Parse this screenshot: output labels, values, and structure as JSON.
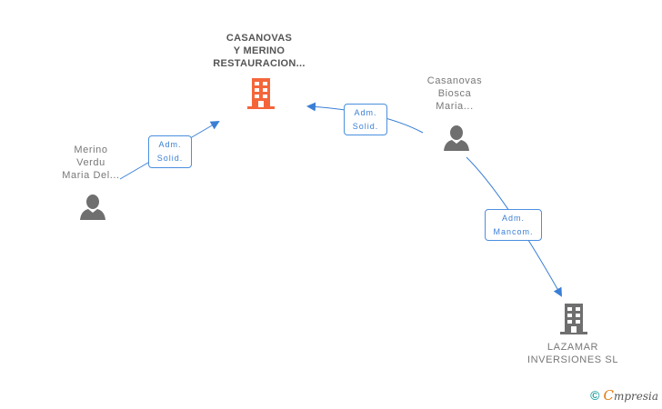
{
  "nodes": {
    "main_company": {
      "lines": [
        "CASANOVAS",
        "Y MERINO",
        "RESTAURACION..."
      ],
      "type": "company",
      "color": "#f4663a"
    },
    "person_left": {
      "lines": [
        "Merino",
        "Verdu",
        "Maria Del..."
      ],
      "type": "person",
      "color": "#6f6f6f"
    },
    "person_right": {
      "lines": [
        "Casanovas",
        "Biosca",
        "Maria..."
      ],
      "type": "person",
      "color": "#6f6f6f"
    },
    "company_bottom": {
      "lines": [
        "LAZAMAR",
        "INVERSIONES SL"
      ],
      "type": "company",
      "color": "#6f6f6f"
    }
  },
  "edges": [
    {
      "from": "person_left",
      "to": "main_company",
      "label": [
        "Adm.",
        "Solid."
      ]
    },
    {
      "from": "person_right",
      "to": "main_company",
      "label": [
        "Adm.",
        "Solid."
      ]
    },
    {
      "from": "person_right",
      "to": "company_bottom",
      "label": [
        "Adm.",
        "Mancom."
      ]
    }
  ],
  "edge_color": "#3a7fd5",
  "brand": {
    "copyright": "©",
    "name_initial": "C",
    "name_rest": "mpresia"
  }
}
